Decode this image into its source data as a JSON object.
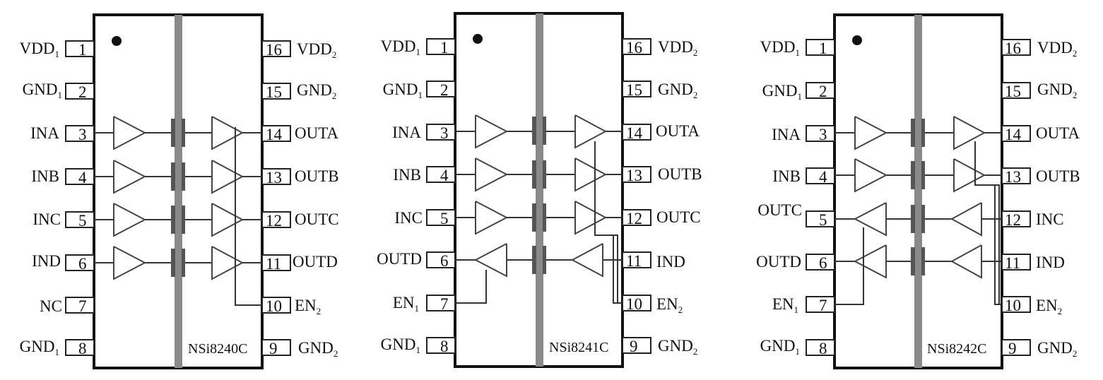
{
  "colors": {
    "stroke": "#111111",
    "barrier": "#8a8a8a",
    "background": "#ffffff"
  },
  "chips": [
    {
      "part": "NSi8240C",
      "left_pins": [
        {
          "num": "1",
          "label": "VDD",
          "sub": "1"
        },
        {
          "num": "2",
          "label": "GND",
          "sub": "1"
        },
        {
          "num": "3",
          "label": "INA",
          "sub": ""
        },
        {
          "num": "4",
          "label": "INB",
          "sub": ""
        },
        {
          "num": "5",
          "label": "INC",
          "sub": ""
        },
        {
          "num": "6",
          "label": "IND",
          "sub": ""
        },
        {
          "num": "7",
          "label": "NC",
          "sub": ""
        },
        {
          "num": "8",
          "label": "GND",
          "sub": "1"
        }
      ],
      "right_pins": [
        {
          "num": "16",
          "label": "VDD",
          "sub": "2"
        },
        {
          "num": "15",
          "label": "GND",
          "sub": "2"
        },
        {
          "num": "14",
          "label": "OUTA",
          "sub": ""
        },
        {
          "num": "13",
          "label": "OUTB",
          "sub": ""
        },
        {
          "num": "12",
          "label": "OUTC",
          "sub": ""
        },
        {
          "num": "11",
          "label": "OUTD",
          "sub": ""
        },
        {
          "num": "10",
          "label": "EN",
          "sub": "2"
        },
        {
          "num": "9",
          "label": "GND",
          "sub": "2"
        }
      ]
    },
    {
      "part": "NSi8241C",
      "left_pins": [
        {
          "num": "1",
          "label": "VDD",
          "sub": "1"
        },
        {
          "num": "2",
          "label": "GND",
          "sub": "1"
        },
        {
          "num": "3",
          "label": "INA",
          "sub": ""
        },
        {
          "num": "4",
          "label": "INB",
          "sub": ""
        },
        {
          "num": "5",
          "label": "INC",
          "sub": ""
        },
        {
          "num": "6",
          "label": "OUTD",
          "sub": ""
        },
        {
          "num": "7",
          "label": "EN",
          "sub": "1"
        },
        {
          "num": "8",
          "label": "GND",
          "sub": "1"
        }
      ],
      "right_pins": [
        {
          "num": "16",
          "label": "VDD",
          "sub": "2"
        },
        {
          "num": "15",
          "label": "GND",
          "sub": "2"
        },
        {
          "num": "14",
          "label": "OUTA",
          "sub": ""
        },
        {
          "num": "13",
          "label": "OUTB",
          "sub": ""
        },
        {
          "num": "12",
          "label": "OUTC",
          "sub": ""
        },
        {
          "num": "11",
          "label": "IND",
          "sub": ""
        },
        {
          "num": "10",
          "label": "EN",
          "sub": "2"
        },
        {
          "num": "9",
          "label": "GND",
          "sub": "2"
        }
      ]
    },
    {
      "part": "NSi8242C",
      "left_pins": [
        {
          "num": "1",
          "label": "VDD",
          "sub": "1"
        },
        {
          "num": "2",
          "label": "GND",
          "sub": "1"
        },
        {
          "num": "3",
          "label": "INA",
          "sub": ""
        },
        {
          "num": "4",
          "label": "INB",
          "sub": ""
        },
        {
          "num": "5",
          "label": "OUTC",
          "sub": ""
        },
        {
          "num": "6",
          "label": "OUTD",
          "sub": ""
        },
        {
          "num": "7",
          "label": "EN",
          "sub": "1"
        },
        {
          "num": "8",
          "label": "GND",
          "sub": "1"
        }
      ],
      "right_pins": [
        {
          "num": "16",
          "label": "VDD",
          "sub": "2"
        },
        {
          "num": "15",
          "label": "GND",
          "sub": "2"
        },
        {
          "num": "14",
          "label": "OUTA",
          "sub": ""
        },
        {
          "num": "13",
          "label": "OUTB",
          "sub": ""
        },
        {
          "num": "12",
          "label": "INC",
          "sub": ""
        },
        {
          "num": "11",
          "label": "IND",
          "sub": ""
        },
        {
          "num": "10",
          "label": "EN",
          "sub": "2"
        },
        {
          "num": "9",
          "label": "GND",
          "sub": "2"
        }
      ]
    }
  ]
}
